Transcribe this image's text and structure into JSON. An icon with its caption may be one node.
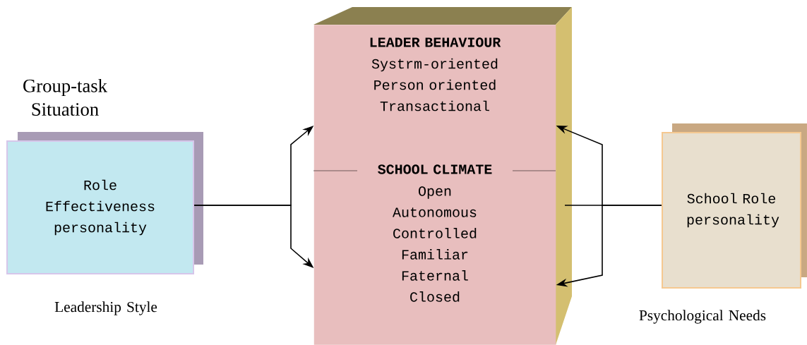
{
  "diagram": {
    "nodes": [
      {
        "text": [
          "Role Effectiveness personality"
        ],
        "beside": [
          "Group-task Situation",
          "Leadership Style"
        ]
      },
      {
        "text": [
          "LEADER BEHAVIOUR",
          "Systrm-oriented Person oriented Transactional",
          "SCHOOL CLIMATE",
          "Open Autonomous Controlled Familiar Faternal Closed"
        ]
      },
      {
        "text": [
          "School Role personality"
        ],
        "beside": [
          "Psychological Needs"
        ]
      }
    ],
    "edges": [
      {
        "from": 0,
        "to": 1,
        "arrow": "to"
      },
      {
        "from": 0,
        "to": 1,
        "arrow": "to"
      },
      {
        "from": 2,
        "to": 1,
        "arrow": "to"
      },
      {
        "from": 2,
        "to": 1,
        "arrow": "to"
      }
    ]
  }
}
